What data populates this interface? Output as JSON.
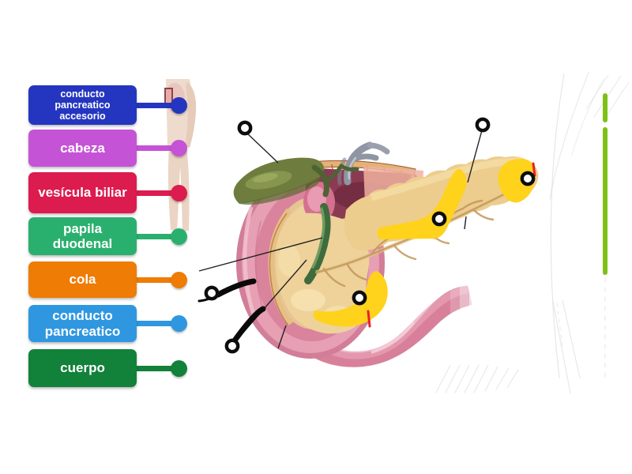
{
  "word_bank": {
    "labels": [
      {
        "text": "conducto pancreatico accesorio",
        "color": "#2436c0"
      },
      {
        "text": "cabeza",
        "color": "#c553d6"
      },
      {
        "text": "vesícula biliar",
        "color": "#dc1b4e"
      },
      {
        "text": "papila duodenal",
        "color": "#2ab06e"
      },
      {
        "text": "cola",
        "color": "#ee7c05"
      },
      {
        "text": "conducto pancreatico",
        "color": "#2f97e0"
      },
      {
        "text": "cuerpo",
        "color": "#12813a"
      }
    ]
  },
  "progress": {
    "color": "#7cc216"
  },
  "diagram": {
    "target_count": 7,
    "highlight_color": "#ffd21c",
    "alt": "Cut-away illustration of pancreas, duodenum and gallbladder with seven circular drop targets, three placed on yellow highlighted regions"
  }
}
